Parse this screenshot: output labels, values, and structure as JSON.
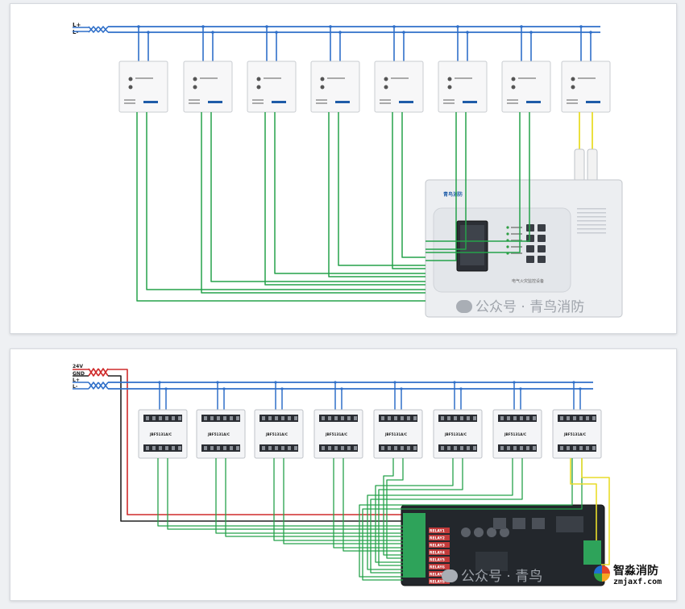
{
  "top": {
    "bus_labels": {
      "lplus": "L+",
      "lminus": "L-"
    },
    "detector_count": 8,
    "panel_brand": "青鸟消防",
    "panel_caption": "电气火灾监控设备"
  },
  "bottom": {
    "bus_labels": {
      "v24": "24V",
      "gnd": "GND",
      "lplus": "L+",
      "lminus": "L-"
    },
    "module_labels": [
      "JBF5131A/C",
      "JBF5131A/C",
      "JBF5131A/C",
      "JBF5131A/C",
      "JBF5131A/C",
      "JBF5131A/C",
      "JBF5131A/C",
      "JBF5131A/C"
    ],
    "relay_labels": [
      "RELAY1",
      "RELAY2",
      "RELAY3",
      "RELAY4",
      "RELAY5",
      "RELAY6",
      "RELAY7",
      "RELAY8"
    ]
  },
  "watermarks": {
    "top_text": "公众号 · 青鸟消防",
    "bottom_text": "公众号 · 青鸟"
  },
  "logo": {
    "brand": "智淼消防",
    "url": "zmjaxf.com"
  },
  "colors": {
    "bus_blue": "#2f6fc9",
    "signal_green": "#25a24a",
    "sensor_yellow": "#e9dc2a",
    "power_red": "#cf2b2b",
    "ground_black": "#222222"
  }
}
